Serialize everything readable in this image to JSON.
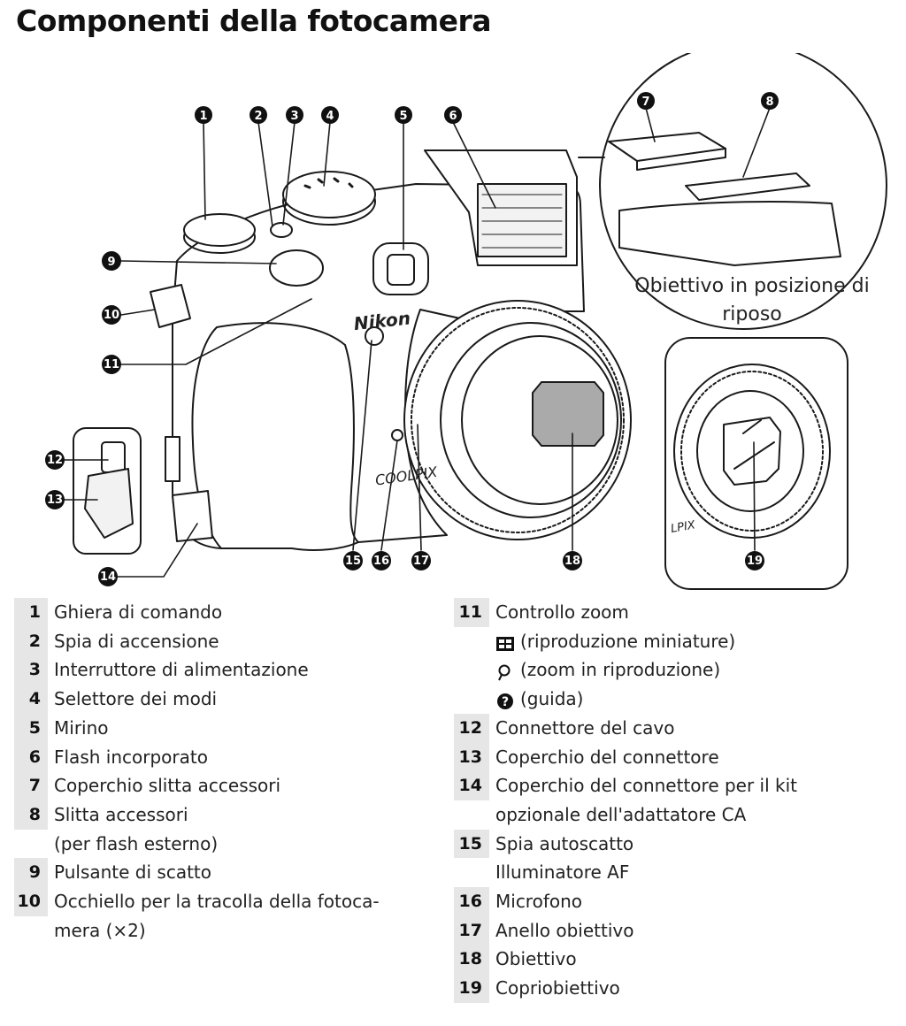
{
  "page": {
    "title": "Componenti della fotocamera",
    "caption": "Obiettivo in posizione di riposo"
  },
  "callouts": [
    "1",
    "2",
    "3",
    "4",
    "5",
    "6",
    "7",
    "8",
    "9",
    "10",
    "11",
    "12",
    "13",
    "14",
    "15",
    "16",
    "17",
    "18",
    "19"
  ],
  "camera_text": {
    "brand": "Nikon",
    "model": "COOLPIX",
    "model_inset": "LPIX"
  },
  "left_list": [
    {
      "num": "1",
      "lines": [
        "Ghiera di comando"
      ]
    },
    {
      "num": "2",
      "lines": [
        "Spia di accensione"
      ]
    },
    {
      "num": "3",
      "lines": [
        "Interruttore di alimentazione"
      ]
    },
    {
      "num": "4",
      "lines": [
        "Selettore dei modi"
      ]
    },
    {
      "num": "5",
      "lines": [
        "Mirino"
      ]
    },
    {
      "num": "6",
      "lines": [
        "Flash incorporato"
      ]
    },
    {
      "num": "7",
      "lines": [
        "Coperchio slitta accessori"
      ]
    },
    {
      "num": "8",
      "lines": [
        "Slitta accessori",
        "(per flash esterno)"
      ]
    },
    {
      "num": "9",
      "lines": [
        "Pulsante di scatto"
      ]
    },
    {
      "num": "10",
      "lines": [
        "Occhiello per la tracolla della fotoca-",
        "mera (×2)"
      ]
    }
  ],
  "right_list": [
    {
      "num": "11",
      "lines": [
        "Controllo zoom"
      ],
      "sub": [
        {
          "icon": "thumbnail-icon",
          "text": "(riproduzione miniature)"
        },
        {
          "icon": "magnifier-icon",
          "text": "(zoom in riproduzione)"
        },
        {
          "icon": "help-icon",
          "text": "(guida)"
        }
      ]
    },
    {
      "num": "12",
      "lines": [
        "Connettore del cavo"
      ]
    },
    {
      "num": "13",
      "lines": [
        "Coperchio del connettore"
      ]
    },
    {
      "num": "14",
      "lines": [
        "Coperchio del connettore per il kit",
        "opzionale dell'adattatore CA"
      ]
    },
    {
      "num": "15",
      "lines": [
        "Spia autoscatto",
        "Illuminatore AF"
      ]
    },
    {
      "num": "16",
      "lines": [
        "Microfono"
      ]
    },
    {
      "num": "17",
      "lines": [
        "Anello obiettivo"
      ]
    },
    {
      "num": "18",
      "lines": [
        "Obiettivo"
      ]
    },
    {
      "num": "19",
      "lines": [
        "Copriobiettivo"
      ]
    }
  ]
}
